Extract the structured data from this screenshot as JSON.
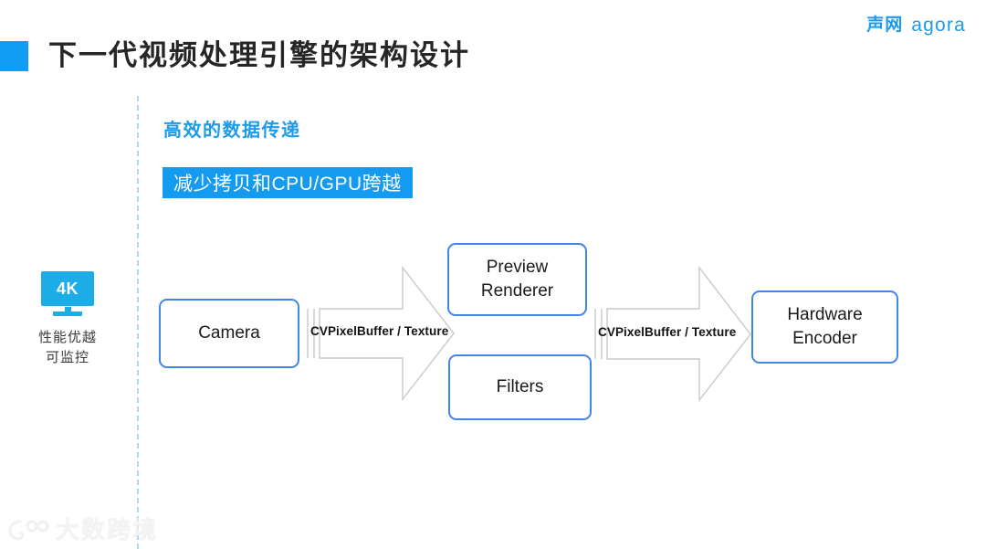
{
  "brand": {
    "cn": "声网",
    "en": "agora",
    "color": "#1E9BE8"
  },
  "header": {
    "title": "下一代视频处理引擎的架构设计",
    "accent_color": "#129DF5"
  },
  "section": {
    "heading": "高效的数据传递",
    "heading_color": "#1E9BE8",
    "banner_text": "减少拷贝和CPU/GPU跨越",
    "banner_bg": "#149BEF",
    "banner_fg": "#FFFFFF"
  },
  "feature": {
    "icon": "monitor-4k-icon",
    "badge": "4K",
    "icon_color": "#1CACE6",
    "lines": [
      "性能优越",
      "可监控"
    ]
  },
  "diagram": {
    "type": "flow",
    "node_border_color": "#4285E8",
    "arrow_stroke_color": "#C8C8C8",
    "nodes": [
      {
        "id": "camera",
        "label": "Camera"
      },
      {
        "id": "preview",
        "label": "Preview\nRenderer",
        "line1": "Preview",
        "line2": "Renderer"
      },
      {
        "id": "filters",
        "label": "Filters"
      },
      {
        "id": "encoder",
        "label": "Hardware\nEncoder",
        "line1": "Hardware",
        "line2": "Encoder"
      }
    ],
    "arrows": [
      {
        "id": "arrow-1",
        "from": "camera",
        "to": "preview/filters",
        "label": "CVPixelBuffer / Texture"
      },
      {
        "id": "arrow-2",
        "from": "preview/filters",
        "to": "encoder",
        "label": "CVPixelBuffer / Texture"
      }
    ]
  },
  "watermark": {
    "text": "大数跨境"
  }
}
